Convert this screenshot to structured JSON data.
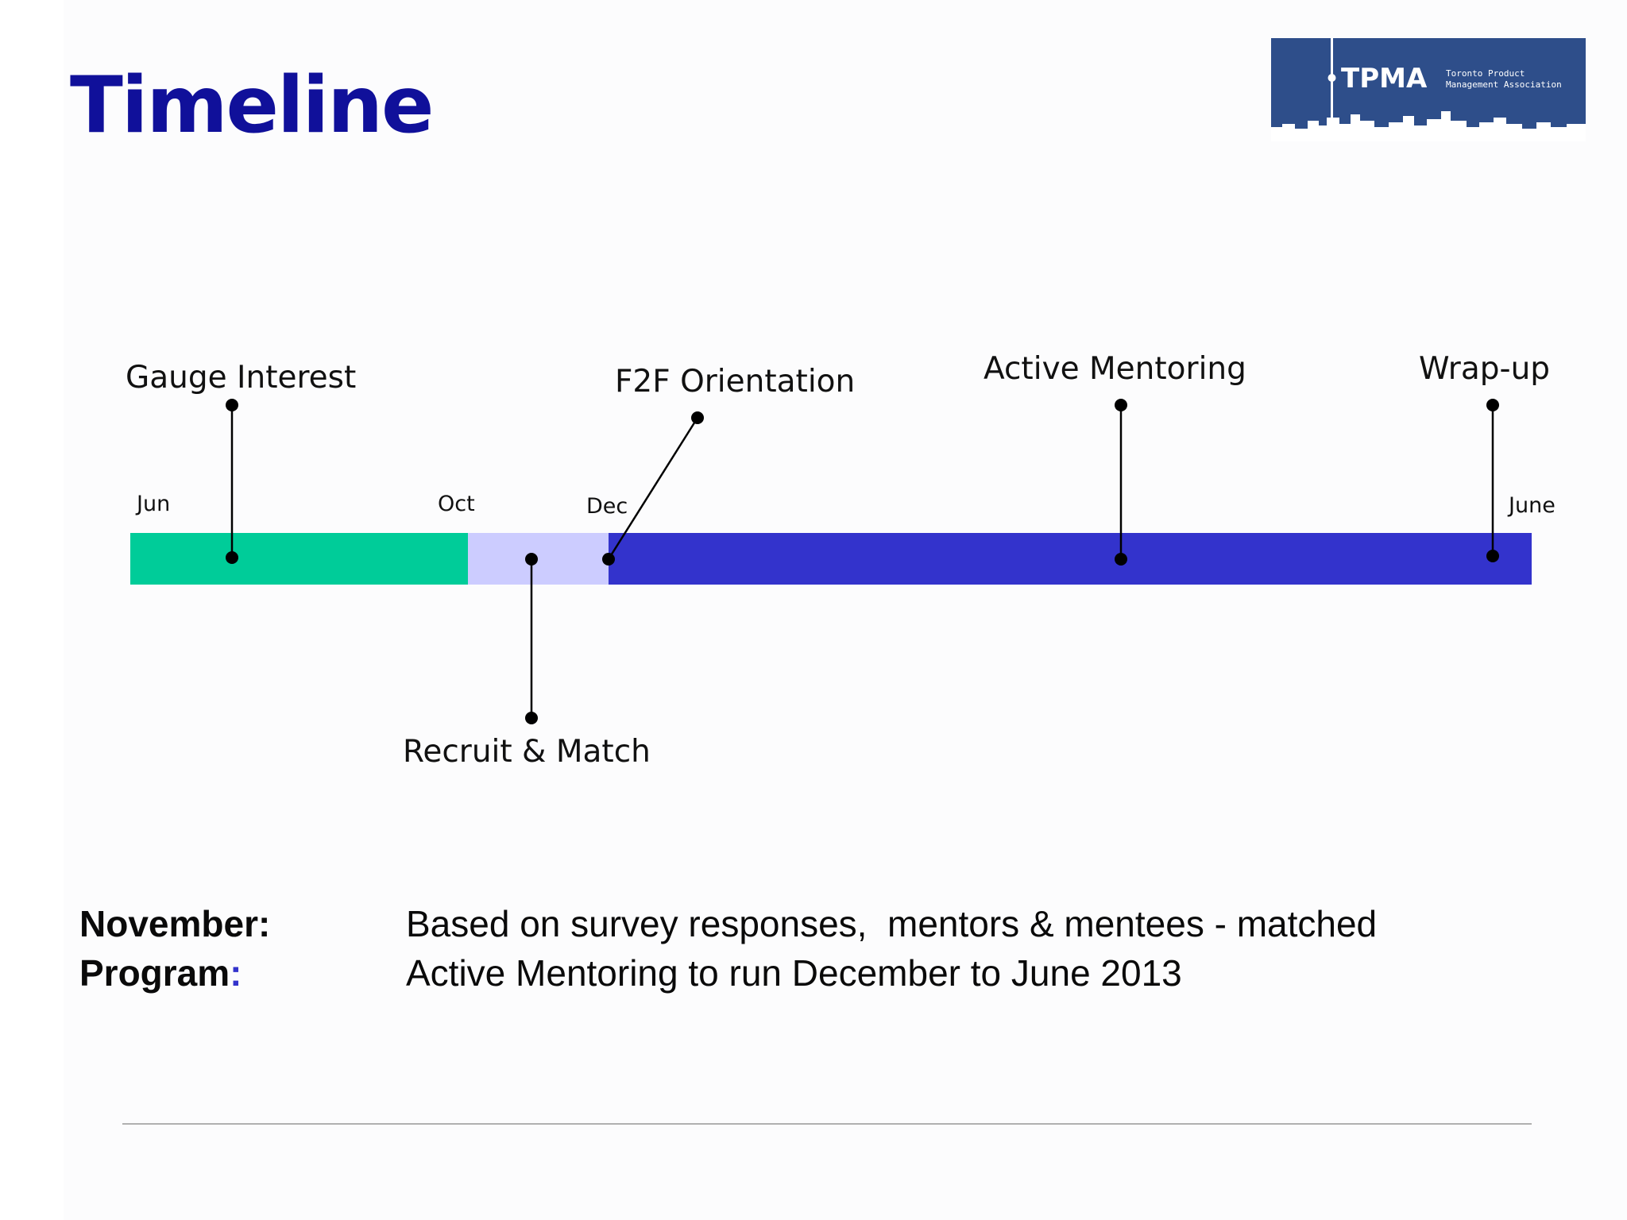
{
  "slide": {
    "title": "Timeline"
  },
  "logo": {
    "acronym": "TPMA",
    "subtitle_line1": "Toronto Product",
    "subtitle_line2": "Management Association"
  },
  "timeline": {
    "months": [
      "Jun",
      "Oct",
      "Dec",
      "June"
    ],
    "segments": [
      {
        "from": "Jun",
        "to": "Oct",
        "color": "#00cc99"
      },
      {
        "from": "Oct",
        "to": "Dec",
        "color": "#ccccff"
      },
      {
        "from": "Dec",
        "to": "June",
        "color": "#3333cc"
      }
    ],
    "phases": [
      {
        "label": "Gauge Interest",
        "position": "above"
      },
      {
        "label": "Recruit & Match",
        "position": "below"
      },
      {
        "label": "F2F Orientation",
        "position": "above"
      },
      {
        "label": "Active Mentoring",
        "position": "above"
      },
      {
        "label": "Wrap-up",
        "position": "above"
      }
    ]
  },
  "notes": [
    {
      "key": "November",
      "sep": ":",
      "sep_color": "#0a0a0a",
      "text": "Based on survey responses,  mentors & mentees - matched"
    },
    {
      "key": "Program",
      "sep": ":",
      "sep_color": "#3333cc",
      "text": "Active Mentoring to run December to June 2013"
    }
  ]
}
